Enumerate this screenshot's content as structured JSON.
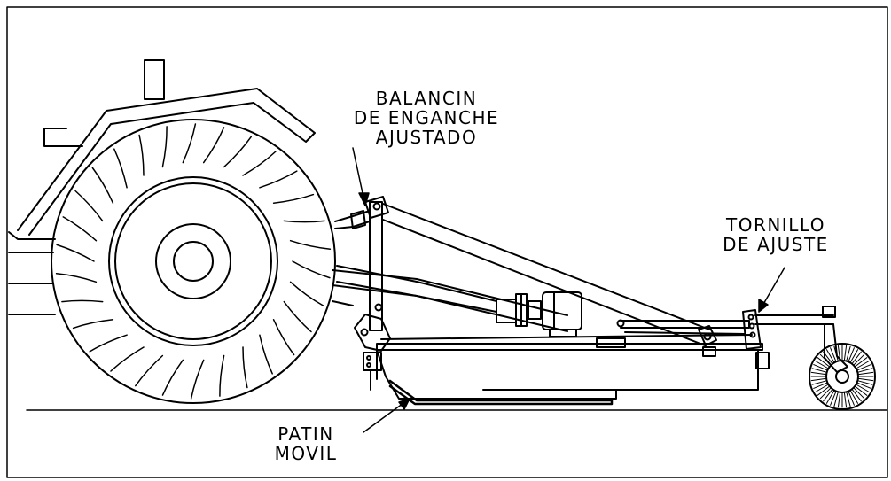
{
  "labels": {
    "balancin": [
      "BALANCIN",
      "DE ENGANCHE",
      "AJUSTADO"
    ],
    "tornillo": [
      "TORNILLO",
      "DE AJUSTE"
    ],
    "patin": [
      "PATIN",
      "MOVIL"
    ]
  },
  "colors": {
    "line": "#000000",
    "background": "#ffffff"
  }
}
